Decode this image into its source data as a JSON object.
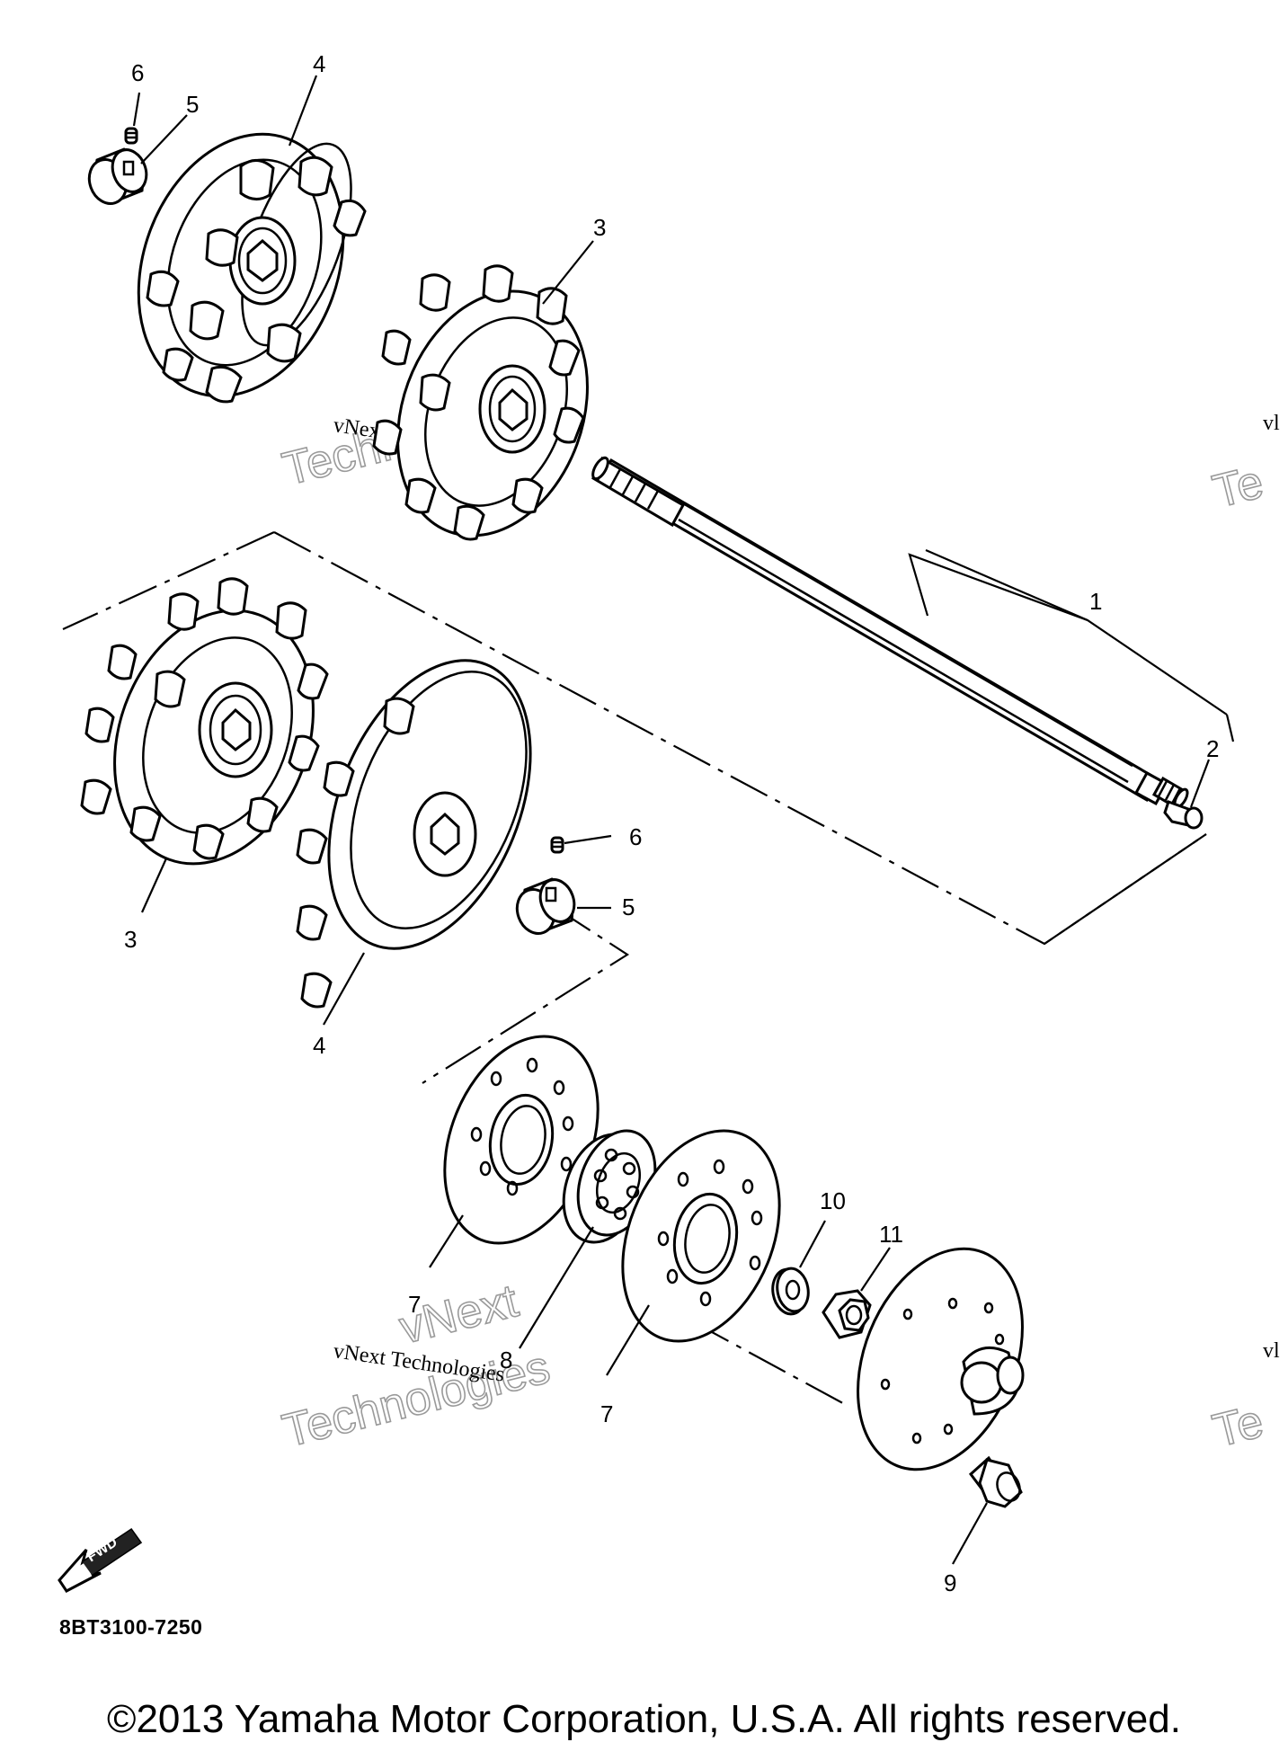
{
  "diagram": {
    "callouts": {
      "shaft": "1",
      "bolt_end": "2",
      "sprocket_upper": "3",
      "sprocket_lower": "3",
      "wheel_upper": "4",
      "wheel_lower": "4",
      "collar_upper": "5",
      "collar_lower": "5",
      "screw_upper": "6",
      "screw_lower": "6",
      "plate_left": "7",
      "plate_right": "7",
      "bearing": "8",
      "hub_bolt": "9",
      "washer": "10",
      "nut": "11"
    },
    "watermark": {
      "line1": "vNext Technologies",
      "line2": "vNext",
      "line3": "Technologies",
      "edge": "vl",
      "edge_big": "Te"
    },
    "fwd_label": "FWD",
    "drawing_code": "8BT3100-7250"
  },
  "footer": {
    "copyright": "©2013 Yamaha Motor Corporation, U.S.A. All rights reserved."
  }
}
